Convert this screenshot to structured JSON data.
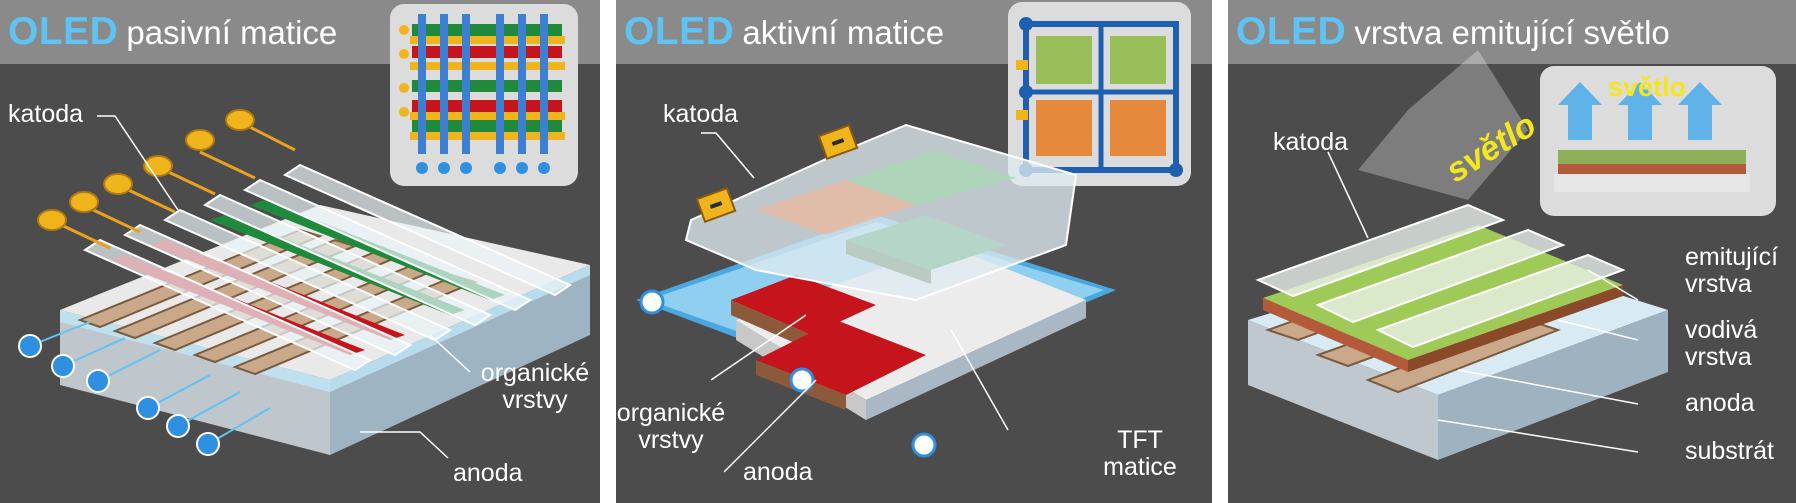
{
  "panels": [
    {
      "title_oled": "OLED",
      "title_rest": "pasivní matice",
      "labels": {
        "katoda": "katoda",
        "organicke_line1": "organické",
        "organicke_line2": "vrstvy",
        "anoda": "anoda"
      }
    },
    {
      "title_oled": "OLED",
      "title_rest": "aktivní matice",
      "labels": {
        "katoda": "katoda",
        "organicke_line1": "organické",
        "organicke_line2": "vrstvy",
        "anoda": "anoda",
        "tft_line1": "TFT",
        "tft_line2": "matice"
      }
    },
    {
      "title_oled": "OLED",
      "title_rest": "vrstva emitující světlo",
      "labels": {
        "katoda": "katoda",
        "svetlo": "světlo",
        "svetlo_inset": "světlo",
        "emitujici_line1": "emitující",
        "emitujici_line2": "vrstva",
        "vodiva_line1": "vodivá",
        "vodiva_line2": "vrstva",
        "anoda": "anoda",
        "substrat": "substrát"
      }
    }
  ],
  "colors": {
    "oled_blue": "#5fc3f3",
    "panel_bg": "#4c4c4d",
    "title_bar": "#8a8a8b",
    "light_yellow": "#f4e71f",
    "red_pixel": "#c5141b",
    "green_pixel": "#1f8a3b"
  }
}
